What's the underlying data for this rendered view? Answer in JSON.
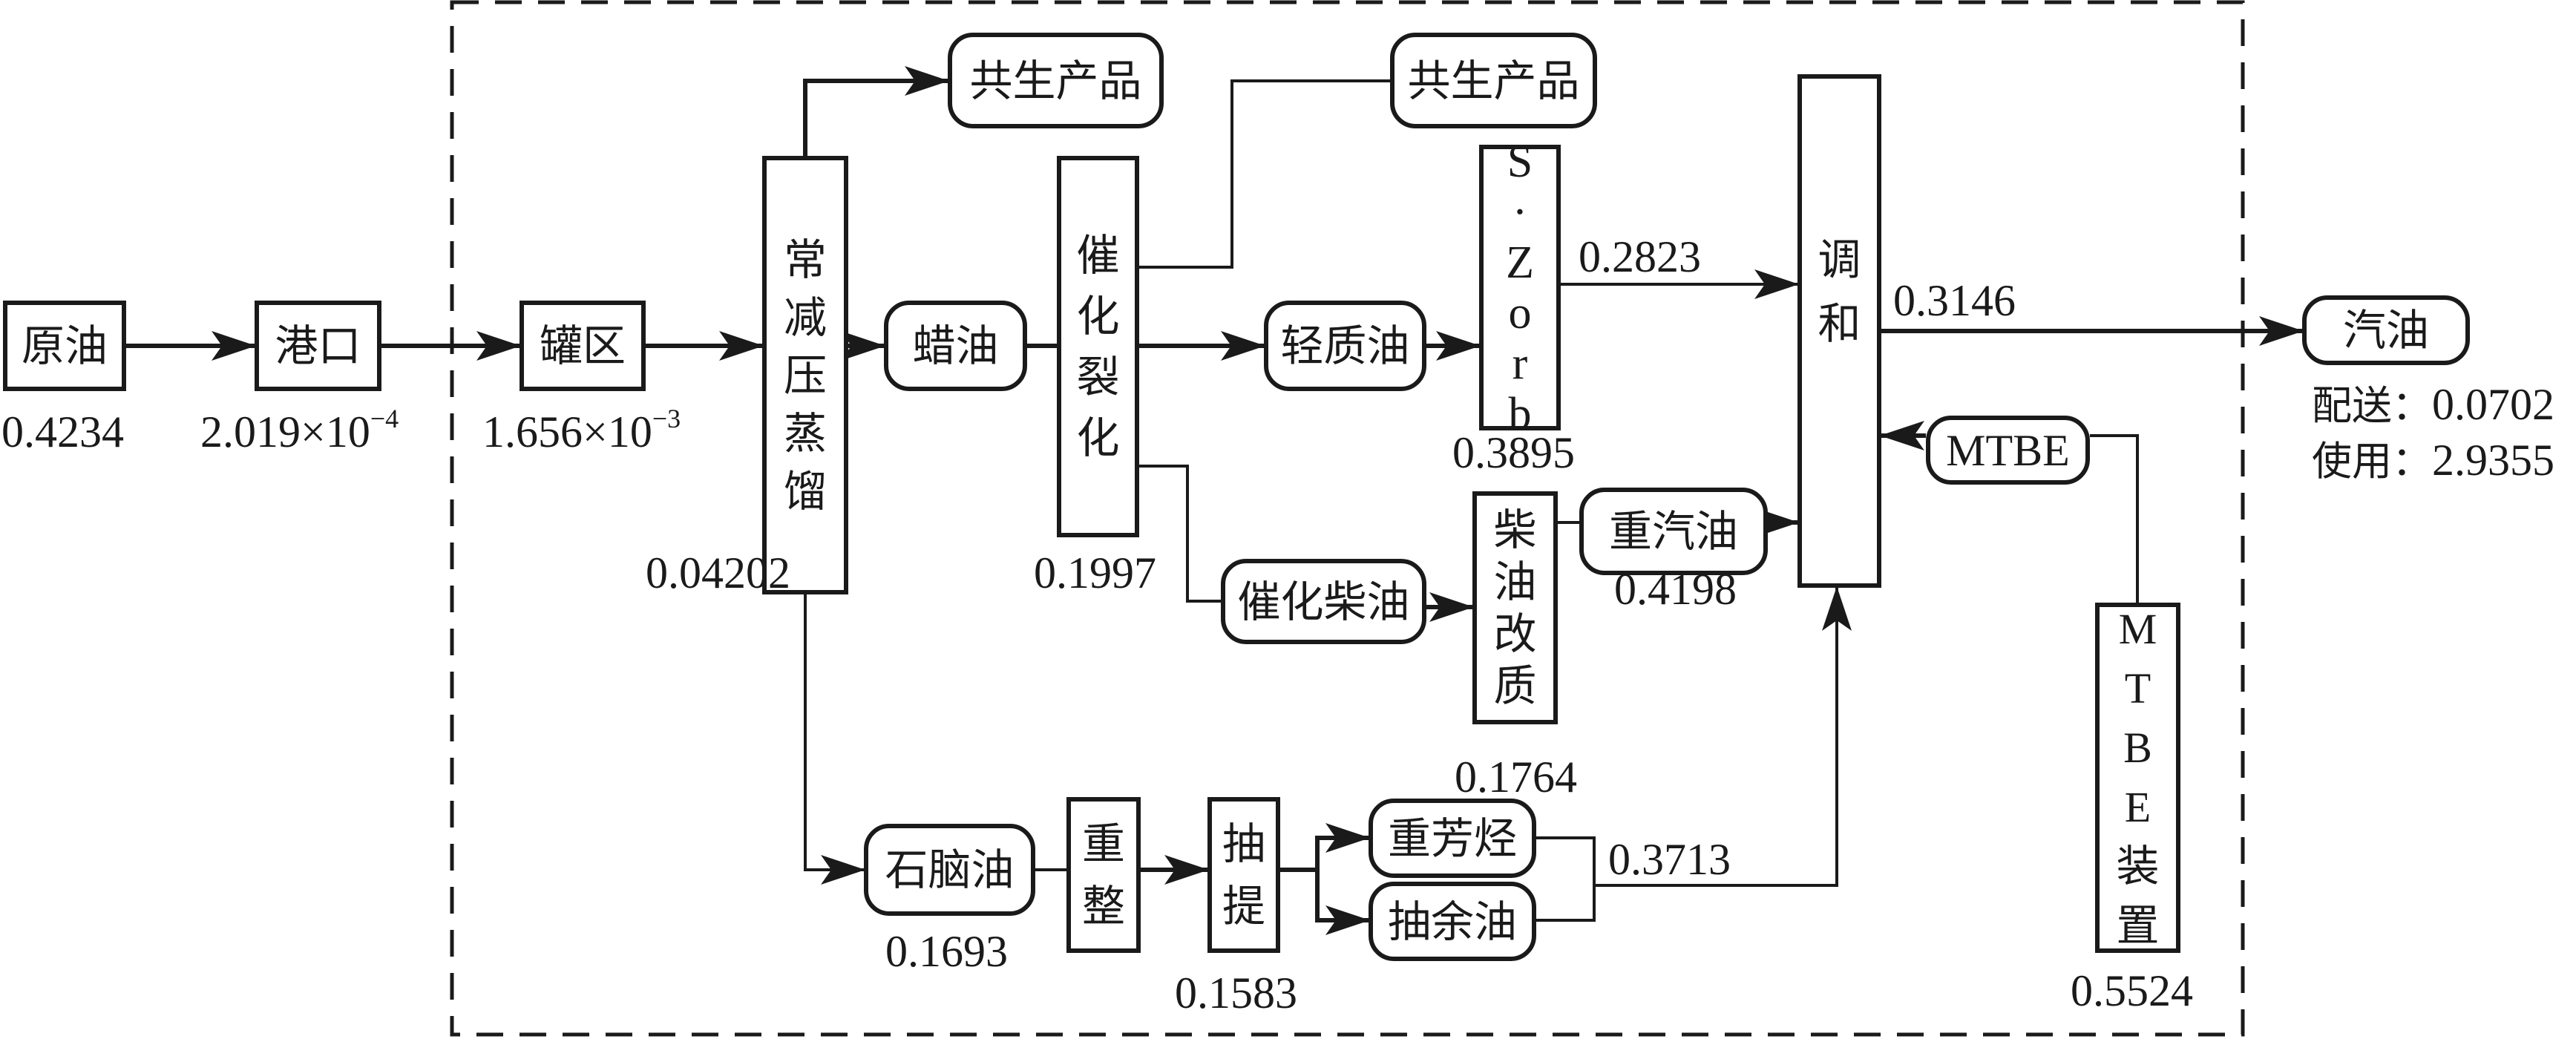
{
  "diagram": {
    "type": "process-flow",
    "boundary": "dashed-refinery-boundary",
    "nodes": {
      "crude": {
        "label": "原油",
        "value": "0.4234"
      },
      "port": {
        "label": "港口",
        "value_mantissa": "2.019×10",
        "value_exp": "−4"
      },
      "tank": {
        "label": "罐区",
        "value_mantissa": "1.656×10",
        "value_exp": "−3"
      },
      "distill": {
        "chars": [
          "常",
          "减",
          "压",
          "蒸",
          "馏"
        ],
        "value": "0.04202"
      },
      "coproduct1": {
        "label": "共生产品"
      },
      "wax_oil": {
        "label": "蜡油"
      },
      "fcc": {
        "chars": [
          "催",
          "化",
          "裂",
          "化"
        ],
        "value": "0.1997"
      },
      "coproduct2": {
        "label": "共生产品"
      },
      "light_oil": {
        "label": "轻质油"
      },
      "szorb": {
        "chars": [
          "S",
          "·",
          "Z",
          "o",
          "r",
          "b"
        ],
        "value": "0.3895",
        "out_value": "0.2823"
      },
      "blend": {
        "chars": [
          "调",
          "和"
        ],
        "out_value": "0.3146"
      },
      "gasoline": {
        "label": "汽油",
        "delivery_label": "配送：",
        "delivery_value": "0.0702",
        "use_label": "使用：",
        "use_value": "2.9355"
      },
      "mtbe": {
        "label": "MTBE"
      },
      "mtbe_unit": {
        "chars": [
          "M",
          "T",
          "B",
          "E",
          "装",
          "置"
        ],
        "value": "0.5524"
      },
      "heavy_gasoline": {
        "label": "重汽油",
        "value": "0.4198"
      },
      "diesel_upgrade": {
        "chars": [
          "柴",
          "油",
          "改",
          "质"
        ],
        "value": "0.1764"
      },
      "fcc_diesel": {
        "label": "催化柴油"
      },
      "naphtha": {
        "label": "石脑油",
        "value": "0.1693"
      },
      "reforming": {
        "chars": [
          "重",
          "整"
        ]
      },
      "extraction": {
        "chars": [
          "抽",
          "提"
        ],
        "value": "0.1583"
      },
      "heavy_aromatics": {
        "label": "重芳烃"
      },
      "raffinate": {
        "label": "抽余油",
        "merge_value": "0.3713"
      }
    }
  }
}
